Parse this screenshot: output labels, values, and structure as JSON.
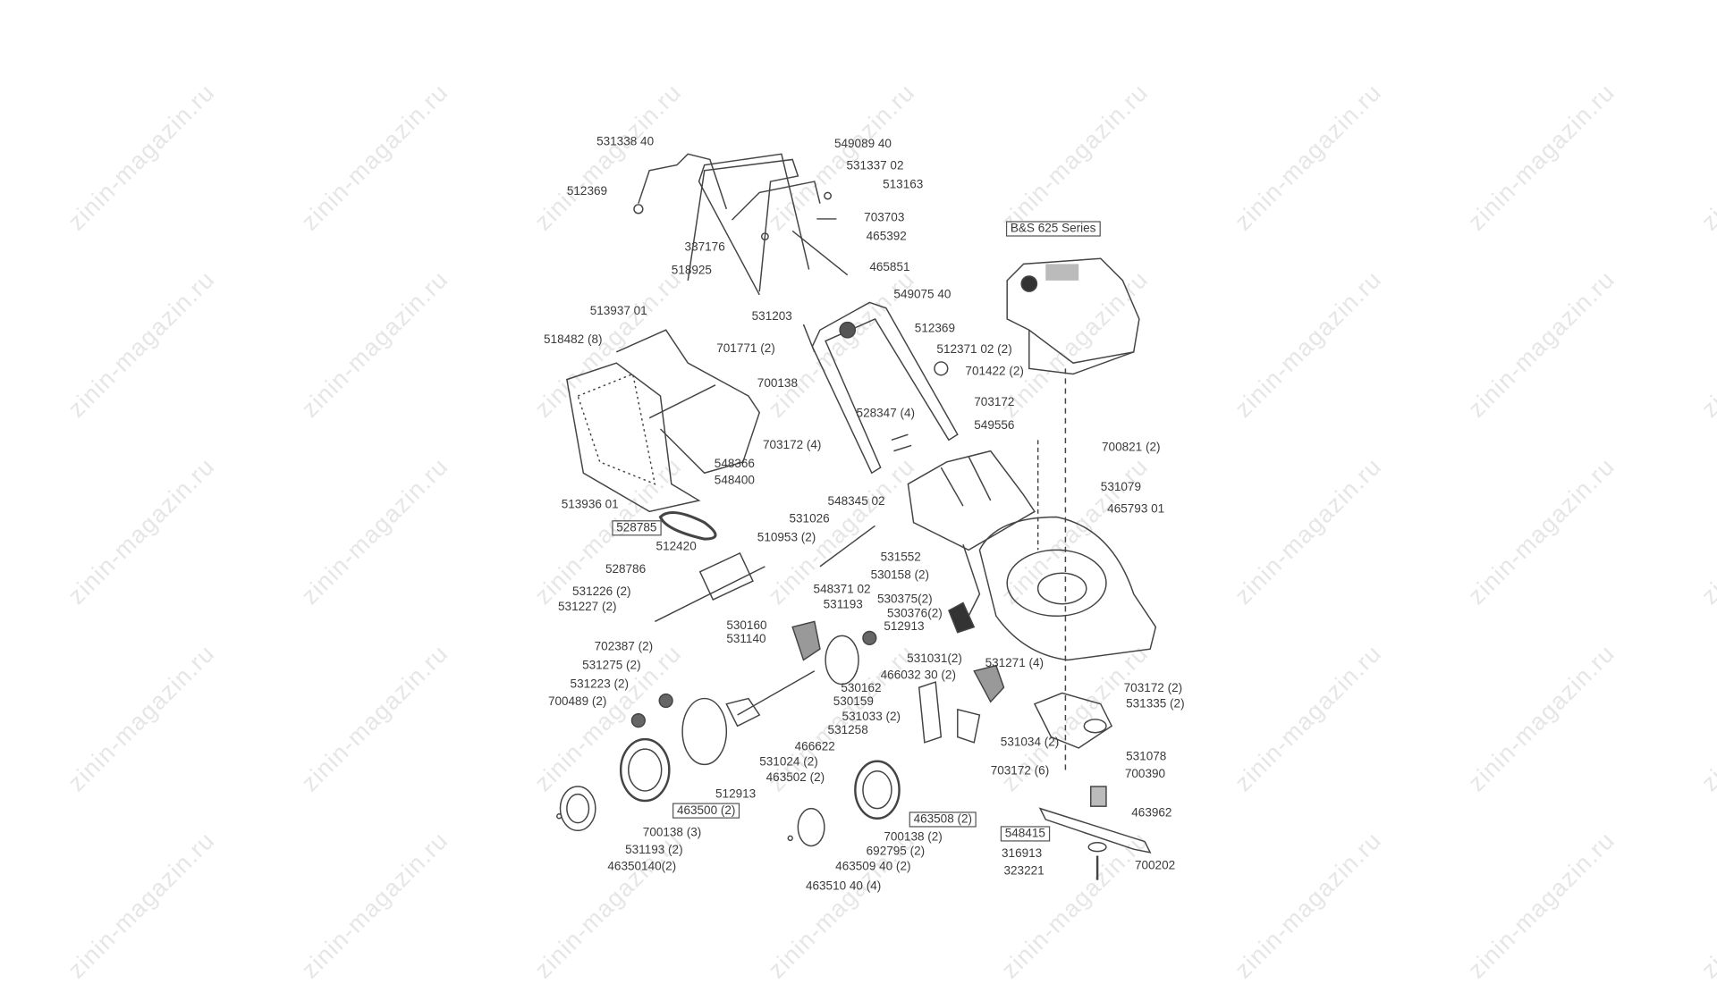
{
  "watermark": "zinin-magazin.ru",
  "engine_title": "B&S 625 Series",
  "labels": [
    "531338 40",
    "549089 40",
    "531337 02",
    "512369",
    "513163",
    "703703",
    "337176",
    "465392",
    "518925",
    "465851",
    "549075 40",
    "513937 01",
    "531203",
    "512369",
    "518482 (8)",
    "701771 (2)",
    "512371 02 (2)",
    "701422 (2)",
    "700138",
    "703172",
    "528347 (4)",
    "549556",
    "703172 (4)",
    "700821 (2)",
    "548366",
    "548400",
    "531079",
    "548345 02",
    "513936 01",
    "465793 01",
    "531026",
    "528785",
    "510953 (2)",
    "512420",
    "531552",
    "528786",
    "530158 (2)",
    "548371 02",
    "531226 (2)",
    "530375(2)",
    "531193",
    "531227 (2)",
    "530376(2)",
    "530160",
    "512913",
    "531140",
    "702387 (2)",
    "531275 (2)",
    "531271 (4)",
    "531031(2)",
    "466032 30 (2)",
    "531223 (2)",
    "530162",
    "703172 (2)",
    "700489 (2)",
    "530159",
    "531335 (2)",
    "531033 (2)",
    "531258",
    "531034 (2)",
    "466622",
    "531078",
    "531024 (2)",
    "703172 (6)",
    "700390",
    "463502 (2)",
    "512913",
    "463962",
    "463500 (2)",
    "463508 (2)",
    "548415",
    "700138 (3)",
    "700138 (2)",
    "531193 (2)",
    "692795 (2)",
    "316913",
    "463509 40 (2)",
    "46350140(2)",
    "700202",
    "323221",
    "463510 40 (4)"
  ]
}
